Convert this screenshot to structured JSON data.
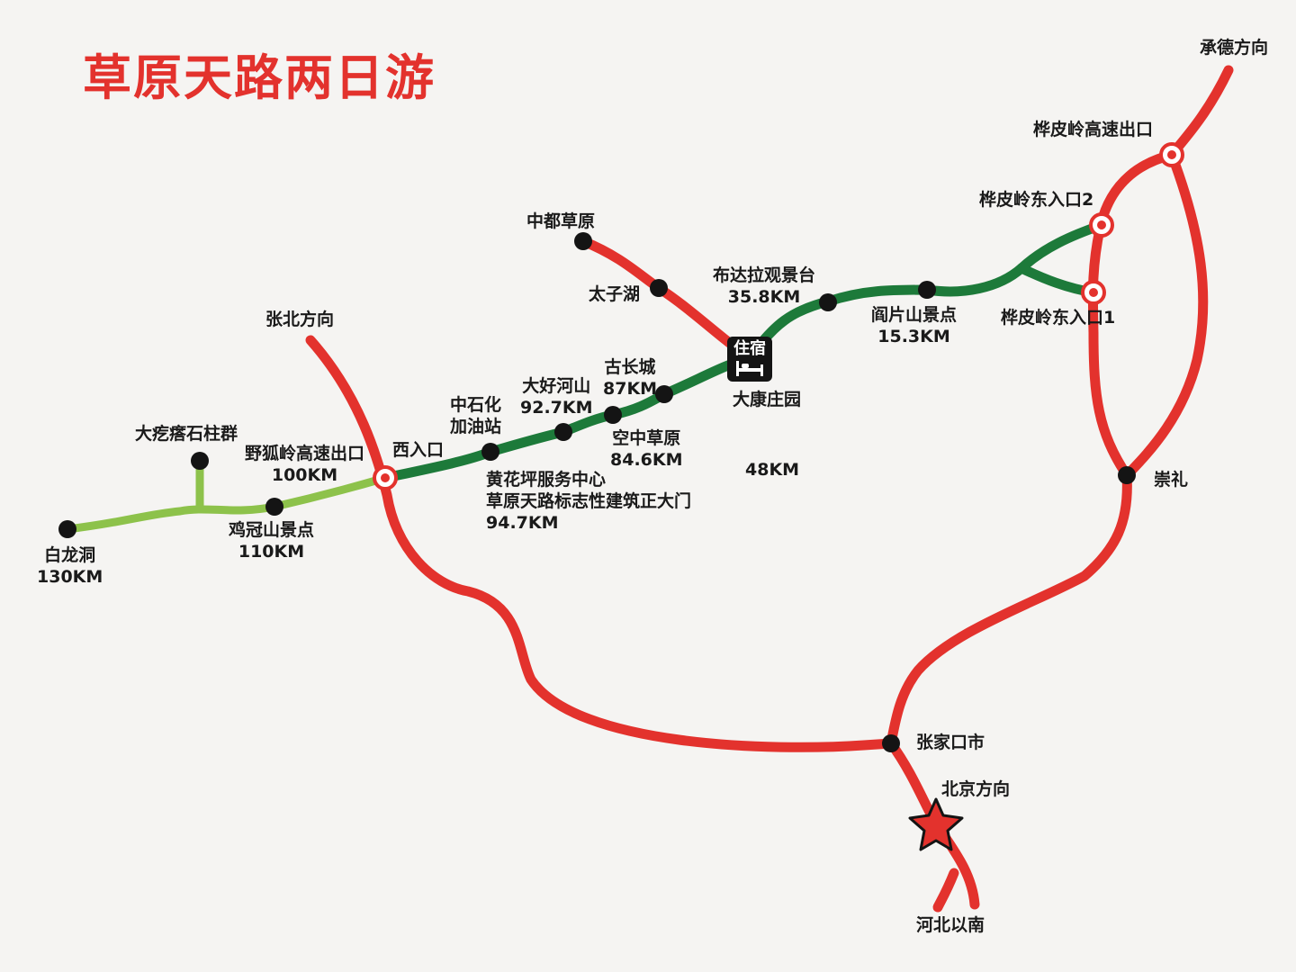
{
  "title": "草原天路两日游",
  "colors": {
    "red_road": "#e3322d",
    "green_road": "#1d7a3a",
    "lightgreen_road": "#8dc24b",
    "stop": "#141414",
    "star": "#e3322d",
    "title": "#e3322d"
  },
  "lodge": {
    "icon": "bed-icon",
    "label": "住宿",
    "place": "大康庄园"
  },
  "places": {
    "chengde": "承德方向",
    "huapiling_exit": "桦皮岭高速出口",
    "huapiling_east2": "桦皮岭东入口2",
    "huapiling_east1": "桦皮岭东入口1",
    "zhongdu": "中都草原",
    "taizihu": "太子湖",
    "budala": {
      "name": "布达拉观景台",
      "km": "35.8KM"
    },
    "yanpianshan": {
      "name": "阎片山景点",
      "km": "15.3KM"
    },
    "zhangbei": "张北方向",
    "gucheng": {
      "name": "古长城",
      "km": "87KM"
    },
    "dahaoheshan": {
      "name": "大好河山",
      "km": "92.7KM"
    },
    "sinopec": {
      "line1": "中石化",
      "line2": "加油站"
    },
    "kongzhong": {
      "name": "空中草原",
      "km": "84.6KM"
    },
    "xirukou": "西入口",
    "dageda": "大疙瘩石柱群",
    "yehuling": {
      "name": "野狐岭高速出口",
      "km": "100KM"
    },
    "huanghuaping": {
      "line1": "黄花坪服务中心",
      "line2": "草原天路标志性建筑正大门",
      "km": "94.7KM"
    },
    "km48": "48KM",
    "chongli": "崇礼",
    "jiguanshan": {
      "name": "鸡冠山景点",
      "km": "110KM"
    },
    "bailongdong": {
      "name": "白龙洞",
      "km": "130KM"
    },
    "zhangjiakou": "张家口市",
    "beijing": "北京方向",
    "hebei": "河北以南"
  }
}
